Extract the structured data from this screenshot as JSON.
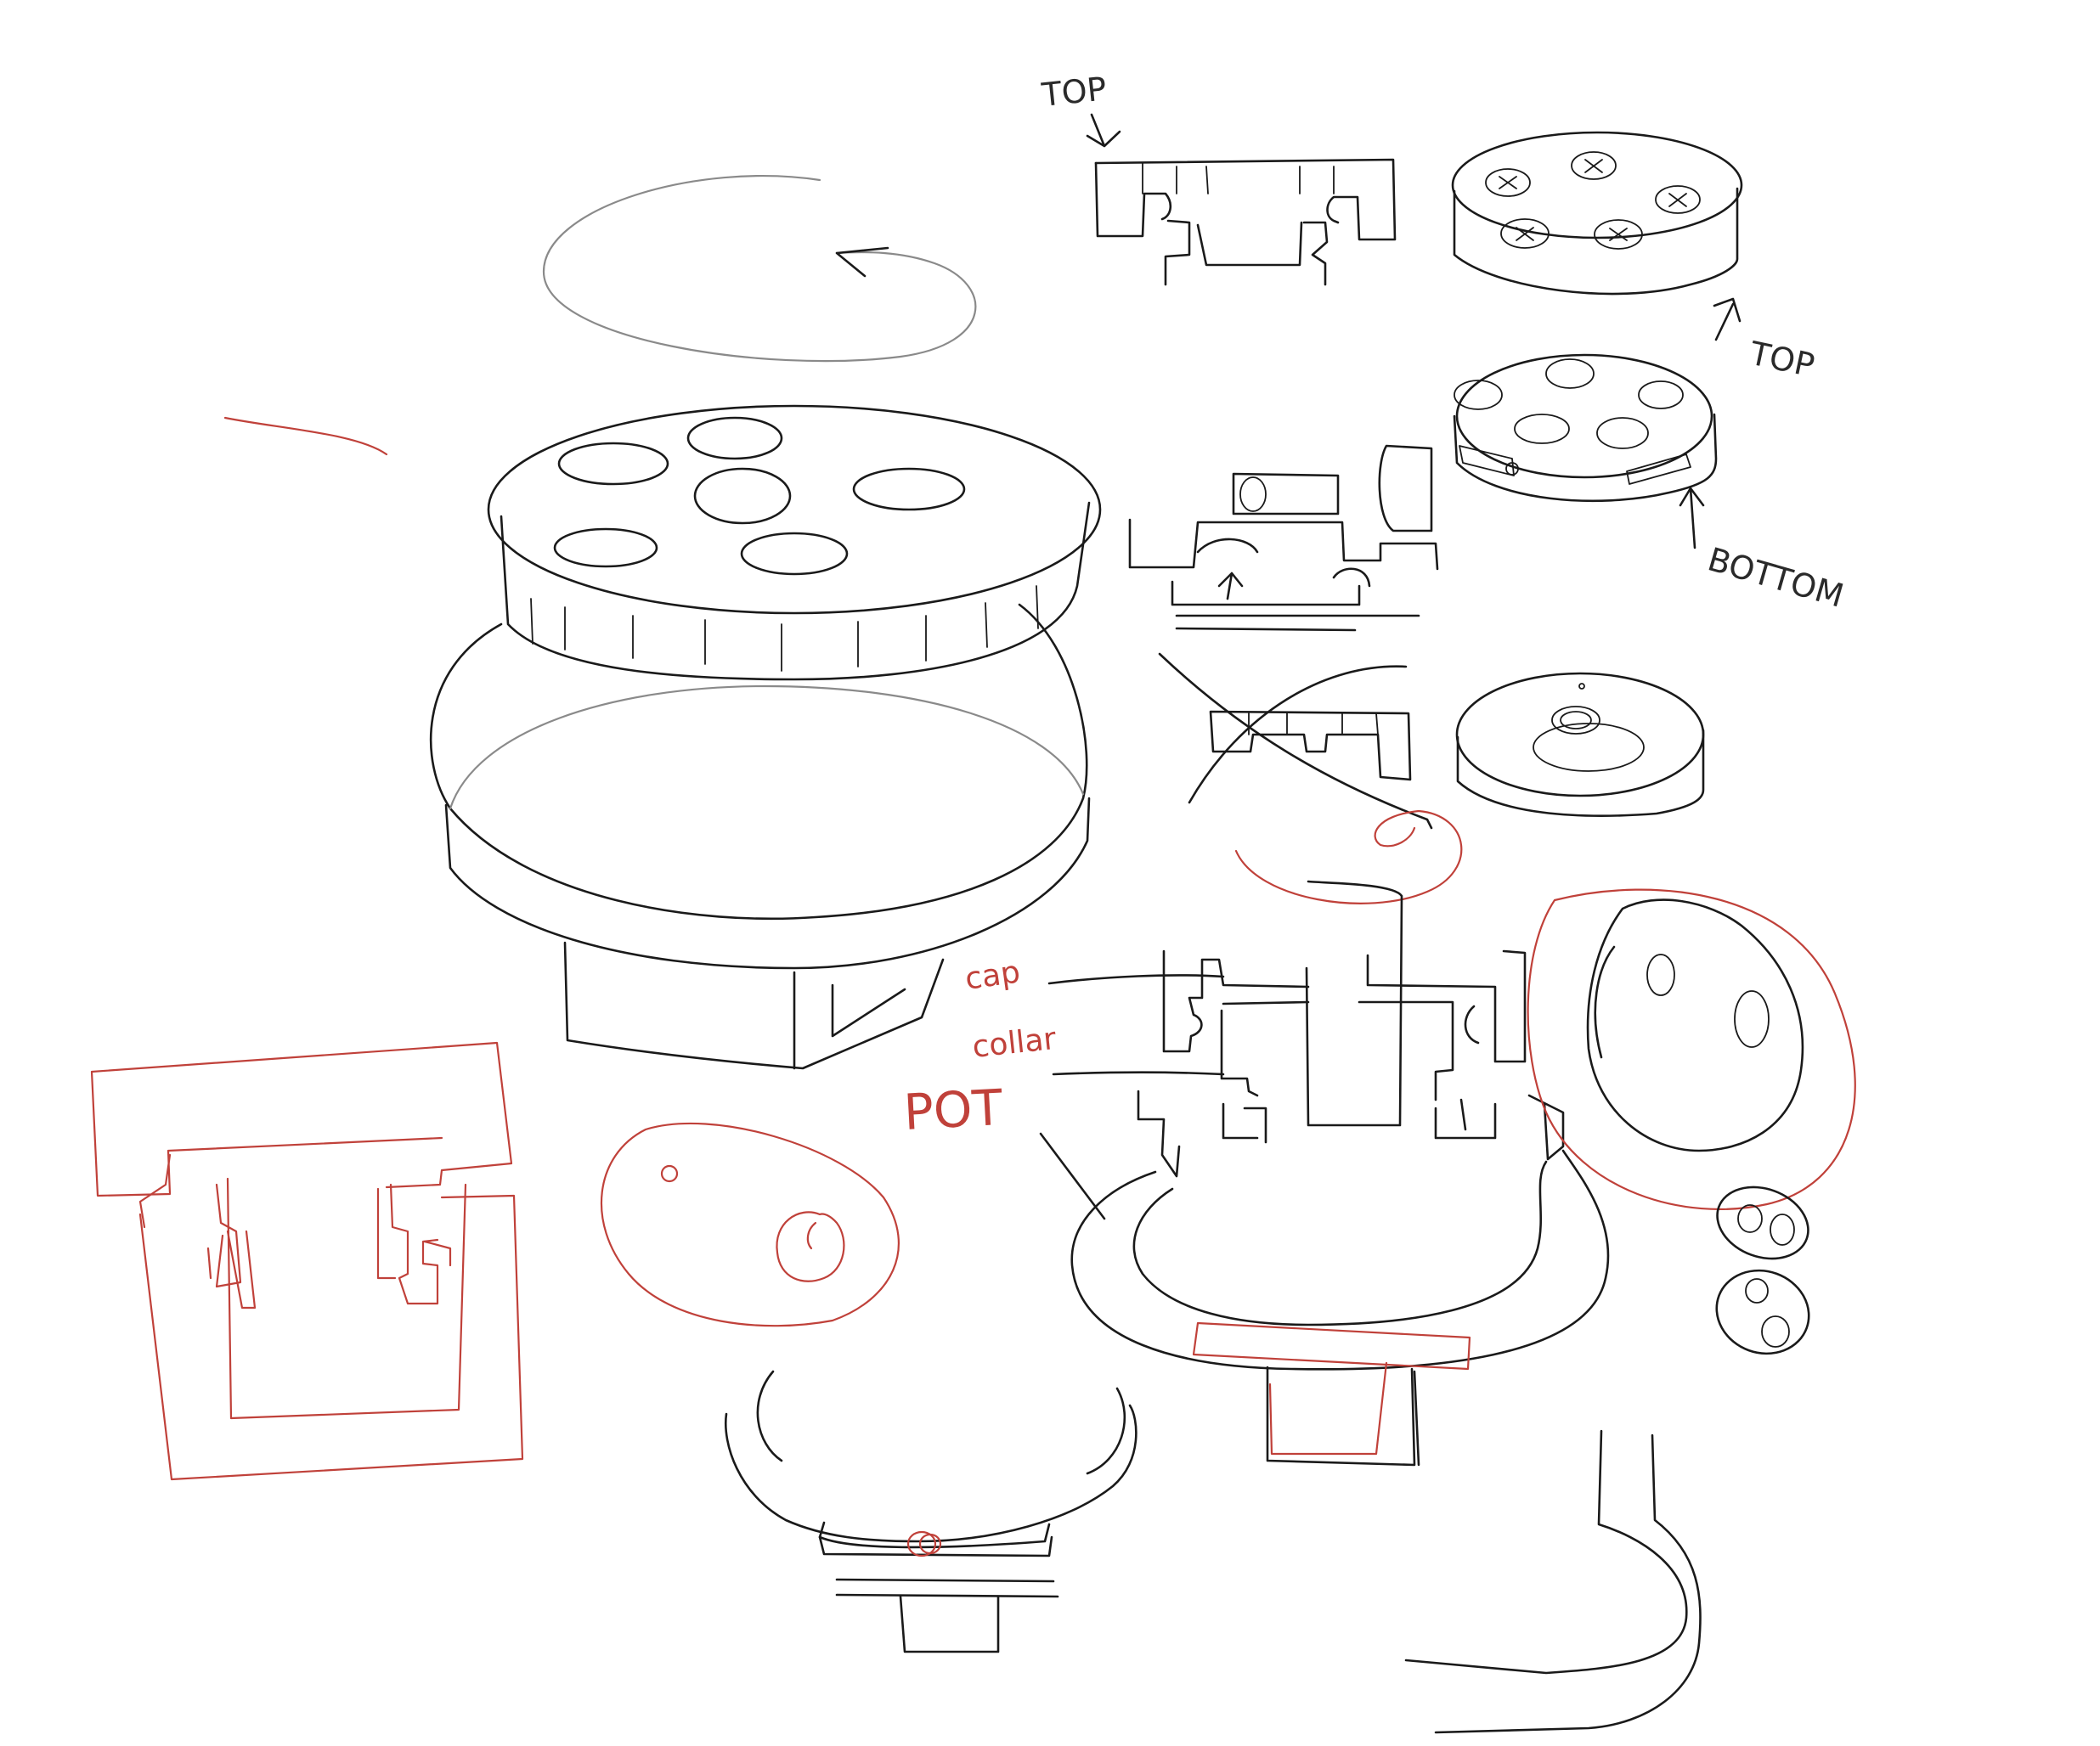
{
  "sketch": {
    "labels": {
      "top_small": "TOP",
      "top_right": "TOP",
      "bottom_right": "BOTTOM",
      "cap": "cap",
      "collar": "collar",
      "pot": "POT"
    },
    "colors": {
      "ink": "#1a1a1a",
      "pencil_gray": "#8a8a8a",
      "red_ink": "#c0413a",
      "paper": "#ffffff"
    }
  }
}
